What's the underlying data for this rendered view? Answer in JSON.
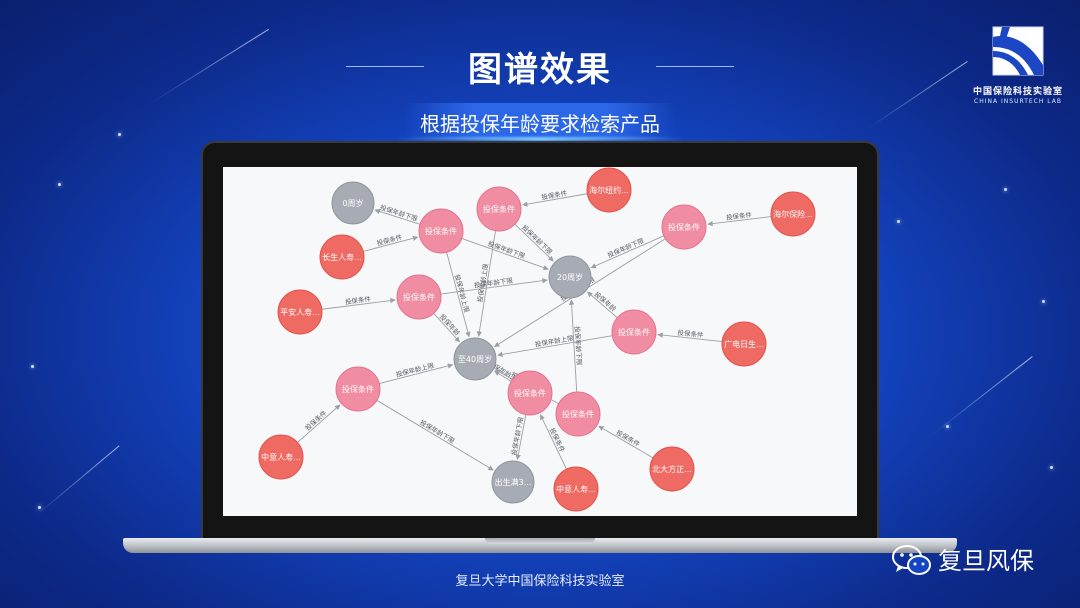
{
  "header": {
    "title": "图谱效果",
    "subtitle": "根据投保年龄要求检索产品"
  },
  "logo": {
    "name_cn": "中国保险科技实验室",
    "name_en": "CHINA INSURTECH LAB"
  },
  "footer": {
    "org": "复旦大学中国保险科技实验室",
    "wechat_name": "复旦风保"
  },
  "colors": {
    "age_node": "#a7abb3",
    "condition_node": "#f08da2",
    "product_node": "#ee6a62",
    "edge": "#9aa0a6"
  },
  "graph": {
    "nodes": [
      {
        "id": "n0",
        "label": "0周岁",
        "kind": "age"
      },
      {
        "id": "n20",
        "label": "20周岁",
        "kind": "age"
      },
      {
        "id": "n40",
        "label": "至40周岁",
        "kind": "age"
      },
      {
        "id": "nb",
        "label": "出生满3...",
        "kind": "age"
      },
      {
        "id": "c1",
        "label": "投保条件",
        "kind": "condition"
      },
      {
        "id": "c2",
        "label": "投保条件",
        "kind": "condition"
      },
      {
        "id": "c3",
        "label": "投保条件",
        "kind": "condition"
      },
      {
        "id": "c4",
        "label": "投保条件",
        "kind": "condition"
      },
      {
        "id": "c5",
        "label": "投保条件",
        "kind": "condition"
      },
      {
        "id": "c6",
        "label": "投保条件",
        "kind": "condition"
      },
      {
        "id": "c7",
        "label": "投保条件",
        "kind": "condition"
      },
      {
        "id": "c8",
        "label": "投保条件",
        "kind": "condition"
      },
      {
        "id": "p1",
        "label": "海尔纽约...",
        "kind": "product"
      },
      {
        "id": "p2",
        "label": "海尔保险...",
        "kind": "product"
      },
      {
        "id": "p3",
        "label": "长生人寿...",
        "kind": "product"
      },
      {
        "id": "p4",
        "label": "平安人寿...",
        "kind": "product"
      },
      {
        "id": "p5",
        "label": "广电日生...",
        "kind": "product"
      },
      {
        "id": "p6",
        "label": "中意人寿...",
        "kind": "product"
      },
      {
        "id": "p7",
        "label": "中意人寿...",
        "kind": "product"
      },
      {
        "id": "p8",
        "label": "北大方正...",
        "kind": "product"
      }
    ],
    "edges": [
      {
        "from": "p1",
        "to": "c1",
        "label": "投保条件"
      },
      {
        "from": "c1",
        "to": "n20",
        "label": "投保年龄下限"
      },
      {
        "from": "c1",
        "to": "n40",
        "label": "投保年龄上限"
      },
      {
        "from": "p2",
        "to": "c2",
        "label": "投保条件"
      },
      {
        "from": "c2",
        "to": "n20",
        "label": "投保年龄下限"
      },
      {
        "from": "c2",
        "to": "n40",
        "label": "投保年龄上限"
      },
      {
        "from": "p3",
        "to": "c3",
        "label": "投保条件"
      },
      {
        "from": "c3",
        "to": "n0",
        "label": "投保年龄下限"
      },
      {
        "from": "c3",
        "to": "n20",
        "label": "投保年龄下限"
      },
      {
        "from": "c3",
        "to": "n40",
        "label": "投保年龄上限"
      },
      {
        "from": "p4",
        "to": "c4",
        "label": "投保条件"
      },
      {
        "from": "c4",
        "to": "n20",
        "label": "投保年龄下限"
      },
      {
        "from": "c4",
        "to": "n40",
        "label": "投保年龄"
      },
      {
        "from": "p5",
        "to": "c5",
        "label": "投保条件"
      },
      {
        "from": "c5",
        "to": "n20",
        "label": "投保年龄"
      },
      {
        "from": "c5",
        "to": "n40",
        "label": "投保年龄上限"
      },
      {
        "from": "p6",
        "to": "c6",
        "label": "投保条件"
      },
      {
        "from": "c6",
        "to": "n40",
        "label": "投保年龄上限"
      },
      {
        "from": "c6",
        "to": "nb",
        "label": "投保年龄下限"
      },
      {
        "from": "p7",
        "to": "c7",
        "label": "投保条件"
      },
      {
        "from": "c7",
        "to": "n40",
        "label": "投保年龄上限"
      },
      {
        "from": "c7",
        "to": "nb",
        "label": "投保年龄下限"
      },
      {
        "from": "p8",
        "to": "c8",
        "label": "投保条件"
      },
      {
        "from": "c8",
        "to": "n40",
        "label": "投保年龄上限"
      },
      {
        "from": "c8",
        "to": "n20",
        "label": "投保年龄下限"
      }
    ]
  }
}
